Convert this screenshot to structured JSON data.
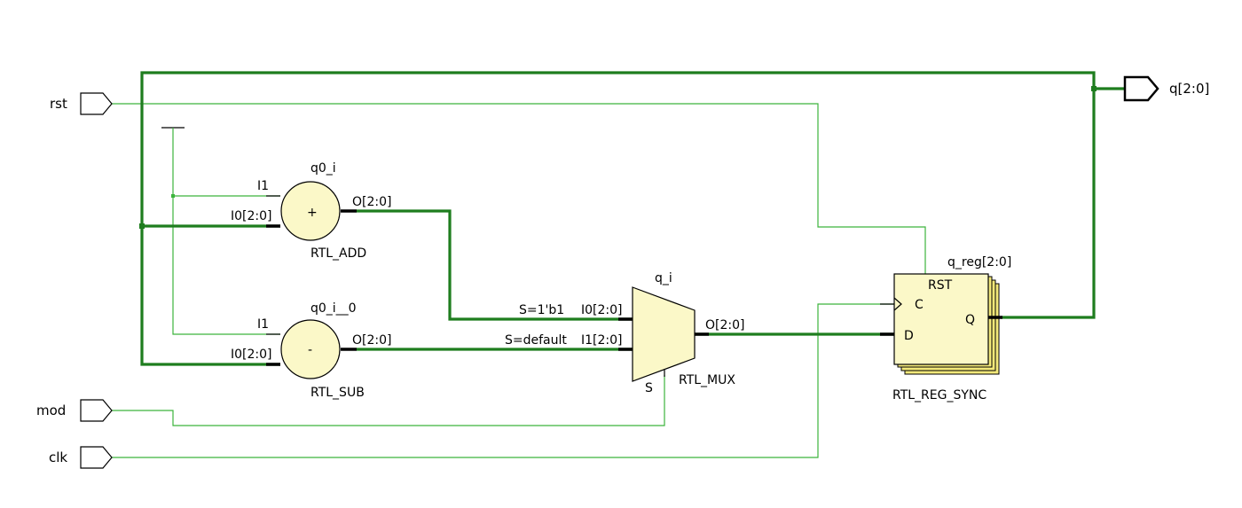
{
  "colors": {
    "wire": "#3cb43c",
    "bus": "#1e7d1e",
    "cell_fill": "#fbf8c8",
    "reg_stack": "#f3e97a",
    "outline": "#000000"
  },
  "inputs": {
    "rst": "rst",
    "mod": "mod",
    "clk": "clk"
  },
  "outputs": {
    "q": "q[2:0]"
  },
  "adder": {
    "instance": "q0_i",
    "type": "RTL_ADD",
    "symbol": "+",
    "pin_i1": "I1",
    "pin_i0": "I0[2:0]",
    "pin_o": "O[2:0]"
  },
  "subtractor": {
    "instance": "q0_i__0",
    "type": "RTL_SUB",
    "symbol": "-",
    "pin_i1": "I1",
    "pin_i0": "I0[2:0]",
    "pin_o": "O[2:0]"
  },
  "mux": {
    "instance": "q_i",
    "type": "RTL_MUX",
    "pin_i0": "I0[2:0]",
    "pin_i1": "I1[2:0]",
    "pin_o": "O[2:0]",
    "pin_s": "S",
    "sel_i0": "S=1'b1",
    "sel_i1": "S=default"
  },
  "register": {
    "instance": "q_reg[2:0]",
    "type": "RTL_REG_SYNC",
    "pin_rst": "RST",
    "pin_c": "C",
    "pin_d": "D",
    "pin_q": "Q"
  }
}
